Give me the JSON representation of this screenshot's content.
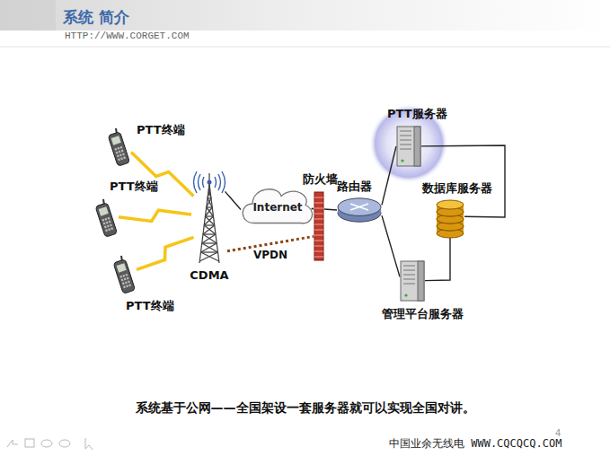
{
  "diagram": {
    "title": "系统 简介",
    "caption": "系统基于公网——全国架设一套服务器就可以实现全国对讲。",
    "nodes": [
      {
        "text": [
          "PTT终端"
        ]
      },
      {
        "text": [
          "PTT终端"
        ]
      },
      {
        "text": [
          "PTT终端"
        ]
      },
      {
        "text": [
          "CDMA"
        ]
      },
      {
        "text": [
          "Internet"
        ]
      },
      {
        "text": [
          "防火墙"
        ]
      },
      {
        "text": [
          "路由器"
        ]
      },
      {
        "text": [
          "PTT服务器"
        ]
      },
      {
        "text": [
          "数据库服务器"
        ]
      },
      {
        "text": [
          "管理平台服务器"
        ]
      }
    ],
    "edges": [
      {
        "from": 0,
        "to": 3,
        "arrow": "none"
      },
      {
        "from": 1,
        "to": 3,
        "arrow": "none"
      },
      {
        "from": 2,
        "to": 3,
        "arrow": "none"
      },
      {
        "from": 3,
        "to": 4,
        "arrow": "none"
      },
      {
        "from": 4,
        "to": 5,
        "arrow": "none"
      },
      {
        "from": 5,
        "to": 6,
        "arrow": "none"
      },
      {
        "from": 3,
        "to": 5,
        "label": "VPDN",
        "arrow": "none"
      },
      {
        "from": 6,
        "to": 7,
        "arrow": "none"
      },
      {
        "from": 7,
        "to": 8,
        "arrow": "none"
      },
      {
        "from": 8,
        "to": 9,
        "arrow": "none"
      },
      {
        "from": 6,
        "to": 9,
        "arrow": "none"
      }
    ],
    "labels": [
      "HTTP://WWW.CORGET.COM",
      "4",
      "中国业余无线电 WWW.CQCQCQ.COM"
    ]
  }
}
